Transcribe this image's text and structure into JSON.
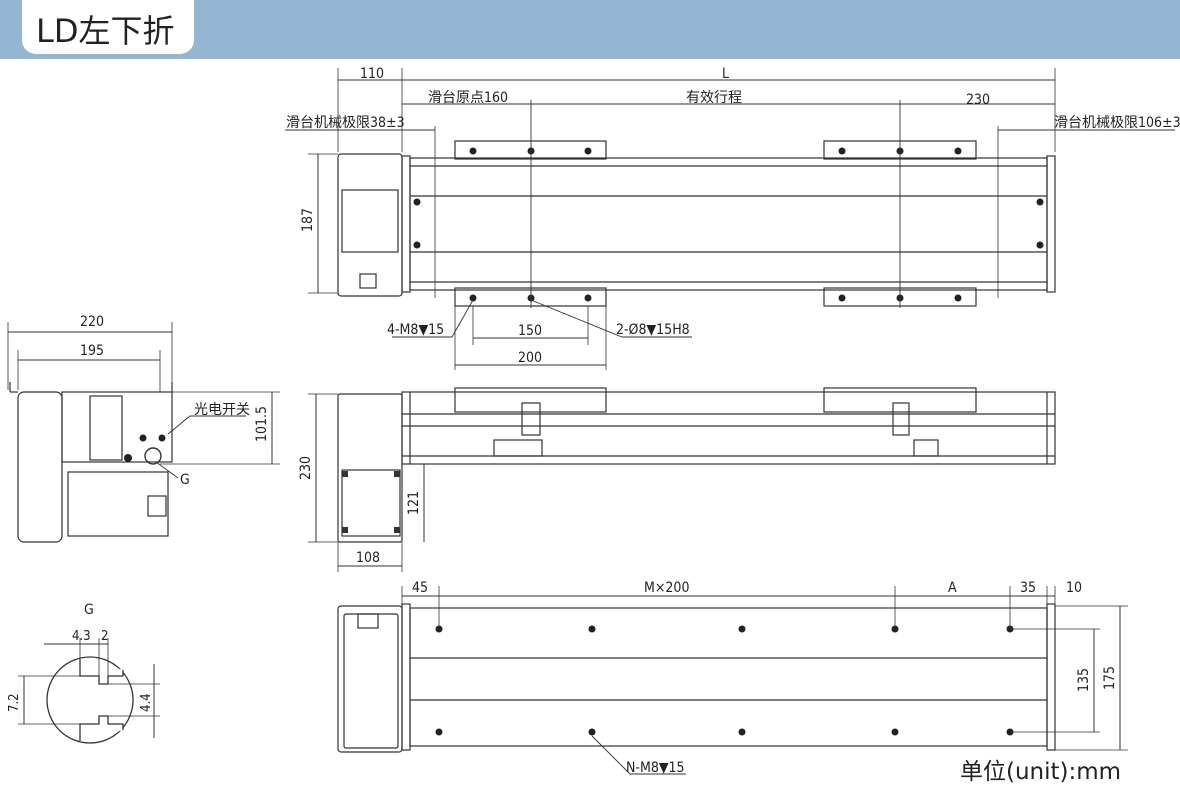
{
  "header": {
    "title": "LD左下折"
  },
  "labels": {
    "L": "L",
    "d110": "110",
    "origin": "滑台原点160",
    "stroke": "有效行程",
    "d230a": "230",
    "limitLeft": "滑台机械极限38±3",
    "limitRight": "滑台机械极限106±3",
    "d187": "187",
    "holes4": "4-M8▼15",
    "d150": "150",
    "pin": "2-Ø8▼15H8",
    "d200": "200",
    "d220": "220",
    "d195": "195",
    "sensor": "光电开关",
    "d1015": "101.5",
    "g": "G",
    "d230b": "230",
    "d121": "121",
    "d108": "108",
    "d45": "45",
    "m200": "M×200",
    "a": "A",
    "d35": "35",
    "d10": "10",
    "d135": "135",
    "d175": "175",
    "nHoles": "N-M8▼15",
    "gTitle": "G",
    "d43": "4.3",
    "d2": "2",
    "d72": "7.2",
    "d44": "4.4"
  },
  "footer": {
    "unit": "单位(unit):mm"
  }
}
